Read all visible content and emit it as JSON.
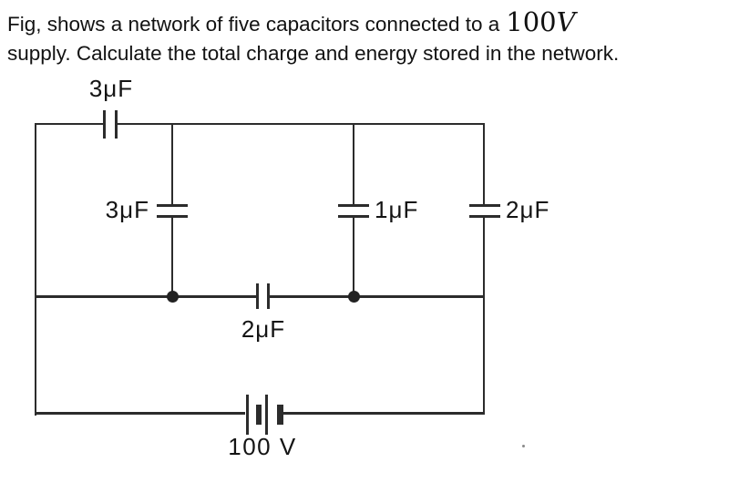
{
  "problem": {
    "line1_prefix": "Fig, shows a network of five capacitors connected to a",
    "voltage_value": "100",
    "voltage_unit": "V",
    "line2": "supply. Calculate the total charge and energy stored in the network."
  },
  "circuit": {
    "capacitor_labels": {
      "top_series": "3μF",
      "left_branch": "3μF",
      "middle_branch": "1μF",
      "right_branch": "2μF",
      "middle_series": "2μF"
    },
    "battery_label": "100 V"
  }
}
